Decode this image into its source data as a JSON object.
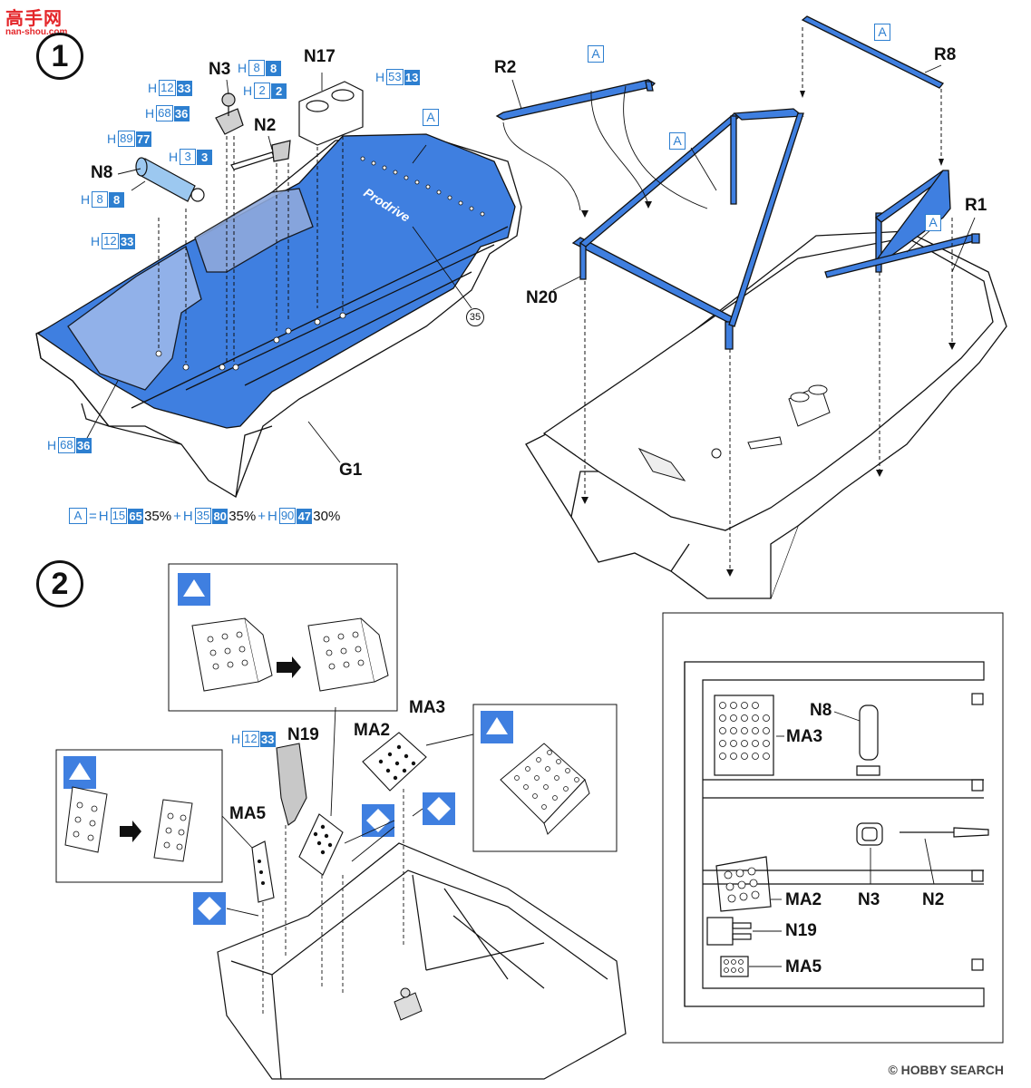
{
  "watermark": {
    "brand": "高手网",
    "site": "nan-shou.com"
  },
  "footer": {
    "source": "© HOBBY SEARCH"
  },
  "step1": {
    "number": "1",
    "labels": {
      "N3": "N3",
      "N17": "N17",
      "N2": "N2",
      "N8": "N8",
      "G1": "G1",
      "R2": "R2",
      "R8": "R8",
      "R1": "R1",
      "N20": "N20"
    },
    "part_number": "35",
    "decal_text": "Prodrive",
    "paint_callouts": [
      {
        "h": "H",
        "box": "12",
        "solid": "33"
      },
      {
        "h": "H",
        "box": "8",
        "solid": "8"
      },
      {
        "h": "H",
        "box": "2",
        "solid": "2"
      },
      {
        "h": "H",
        "box": "53",
        "solid": "13"
      },
      {
        "h": "H",
        "box": "68",
        "solid": "36"
      },
      {
        "h": "H",
        "box": "89",
        "solid": "77"
      },
      {
        "h": "H",
        "box": "3",
        "solid": "3"
      },
      {
        "h": "H",
        "box": "8",
        "solid": "8"
      },
      {
        "h": "H",
        "box": "12",
        "solid": "33"
      },
      {
        "h": "H",
        "box": "68",
        "solid": "36"
      }
    ],
    "color_badges": [
      "A",
      "A",
      "A",
      "A",
      "A"
    ],
    "mix": {
      "badge": "A",
      "eq": "=",
      "p1": {
        "h": "H",
        "box": "15",
        "solid": "65",
        "pct": "35%"
      },
      "plus": "+",
      "p2": {
        "h": "H",
        "box": "35",
        "solid": "80",
        "pct": "35%"
      },
      "p3": {
        "h": "H",
        "box": "90",
        "solid": "47",
        "pct": "30%"
      }
    }
  },
  "step2": {
    "number": "2",
    "labels": {
      "N19": "N19",
      "MA2": "MA2",
      "MA3": "MA3",
      "MA5": "MA5"
    },
    "paint_callout": {
      "h": "H",
      "box": "12",
      "solid": "33"
    },
    "inset_labels": {
      "N8": "N8",
      "MA3": "MA3",
      "MA2": "MA2",
      "N3": "N3",
      "N2": "N2",
      "N19": "N19",
      "MA5": "MA5"
    }
  },
  "colors": {
    "accent": "#2d7fd0",
    "paint_fill": "#3f7fe0",
    "ink": "#111111"
  }
}
